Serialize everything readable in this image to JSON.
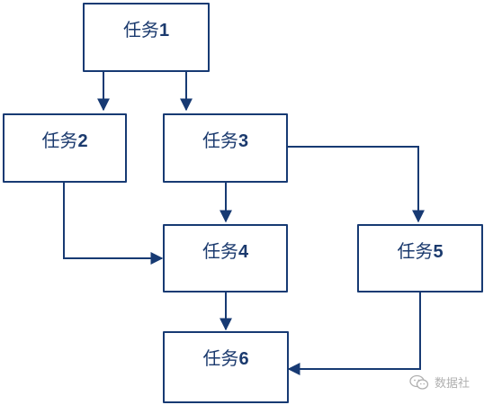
{
  "tasks": {
    "t1": {
      "prefix": "任务",
      "num": "1"
    },
    "t2": {
      "prefix": "任务",
      "num": "2"
    },
    "t3": {
      "prefix": "任务",
      "num": "3"
    },
    "t4": {
      "prefix": "任务",
      "num": "4"
    },
    "t5": {
      "prefix": "任务",
      "num": "5"
    },
    "t6": {
      "prefix": "任务",
      "num": "6"
    }
  },
  "edges": [
    {
      "from": "任务1",
      "to": "任务2"
    },
    {
      "from": "任务1",
      "to": "任务3"
    },
    {
      "from": "任务2",
      "to": "任务4"
    },
    {
      "from": "任务3",
      "to": "任务4"
    },
    {
      "from": "任务3",
      "to": "任务5"
    },
    {
      "from": "任务4",
      "to": "任务6"
    },
    {
      "from": "任务5",
      "to": "任务6"
    }
  ],
  "watermark": {
    "label": "数据社",
    "icon": "wechat-icon"
  },
  "colors": {
    "stroke": "#173a73",
    "text": "#1b3a6e",
    "watermark": "#b0b0b0"
  }
}
